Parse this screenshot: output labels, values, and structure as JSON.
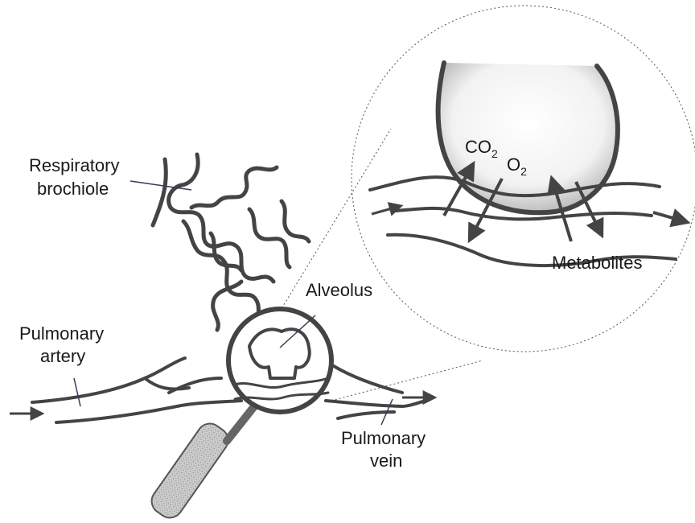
{
  "labels": {
    "respiratory_bronchiole": [
      "Respiratory",
      "brochiole"
    ],
    "pulmonary_artery": [
      "Pulmonary",
      "artery"
    ],
    "alveolus": "Alveolus",
    "pulmonary_vein": [
      "Pulmonary",
      "vein"
    ],
    "metabolites": "Metabolites",
    "co2": {
      "base": "CO",
      "sub": "2"
    },
    "o2": {
      "base": "O",
      "sub": "2"
    }
  },
  "colors": {
    "stroke": "#444444",
    "shading": "#bdbdbd",
    "leader": "#3a3a5a",
    "dotted": "#555555",
    "text": "#1a1a1a"
  },
  "icons": [
    "magnifier-icon",
    "flow-arrow-icon"
  ]
}
